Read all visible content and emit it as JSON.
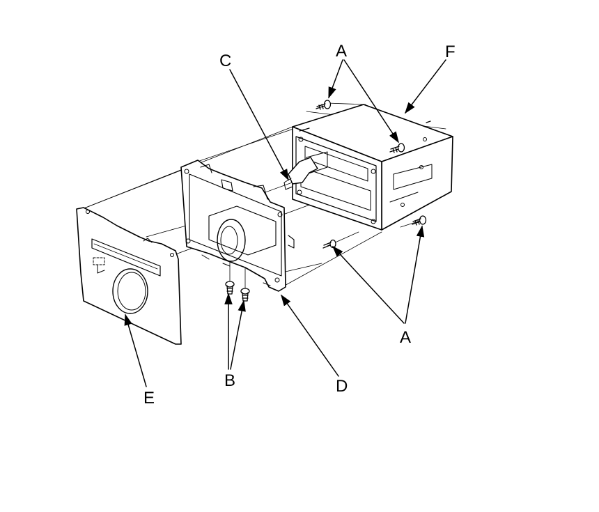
{
  "callouts": {
    "a_top": "A",
    "f": "F",
    "c": "C",
    "a_bottom": "A",
    "b": "B",
    "d": "D",
    "e": "E"
  }
}
